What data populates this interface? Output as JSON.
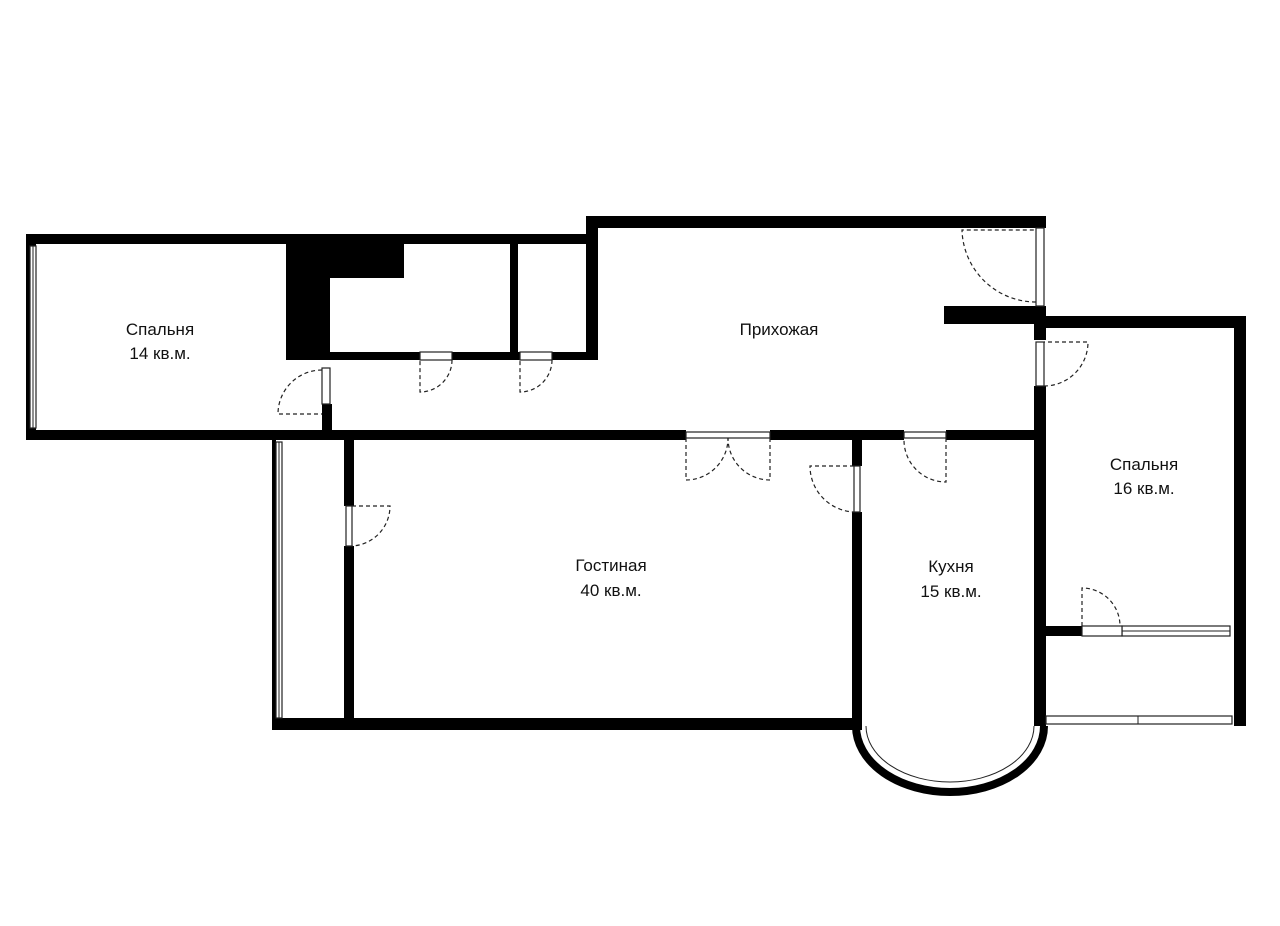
{
  "plan": {
    "rooms": [
      {
        "id": "bedroom-14",
        "name": "Спальня",
        "area": "14 кв.м."
      },
      {
        "id": "hallway",
        "name": "Прихожая",
        "area": ""
      },
      {
        "id": "bedroom-16",
        "name": "Спальня",
        "area": "16 кв.м."
      },
      {
        "id": "living",
        "name": "Гостиная",
        "area": "40 кв.м."
      },
      {
        "id": "kitchen",
        "name": "Кухня",
        "area": "15 кв.м."
      }
    ],
    "colors": {
      "wall": "#000000",
      "background": "#ffffff",
      "line": "#222222"
    }
  }
}
